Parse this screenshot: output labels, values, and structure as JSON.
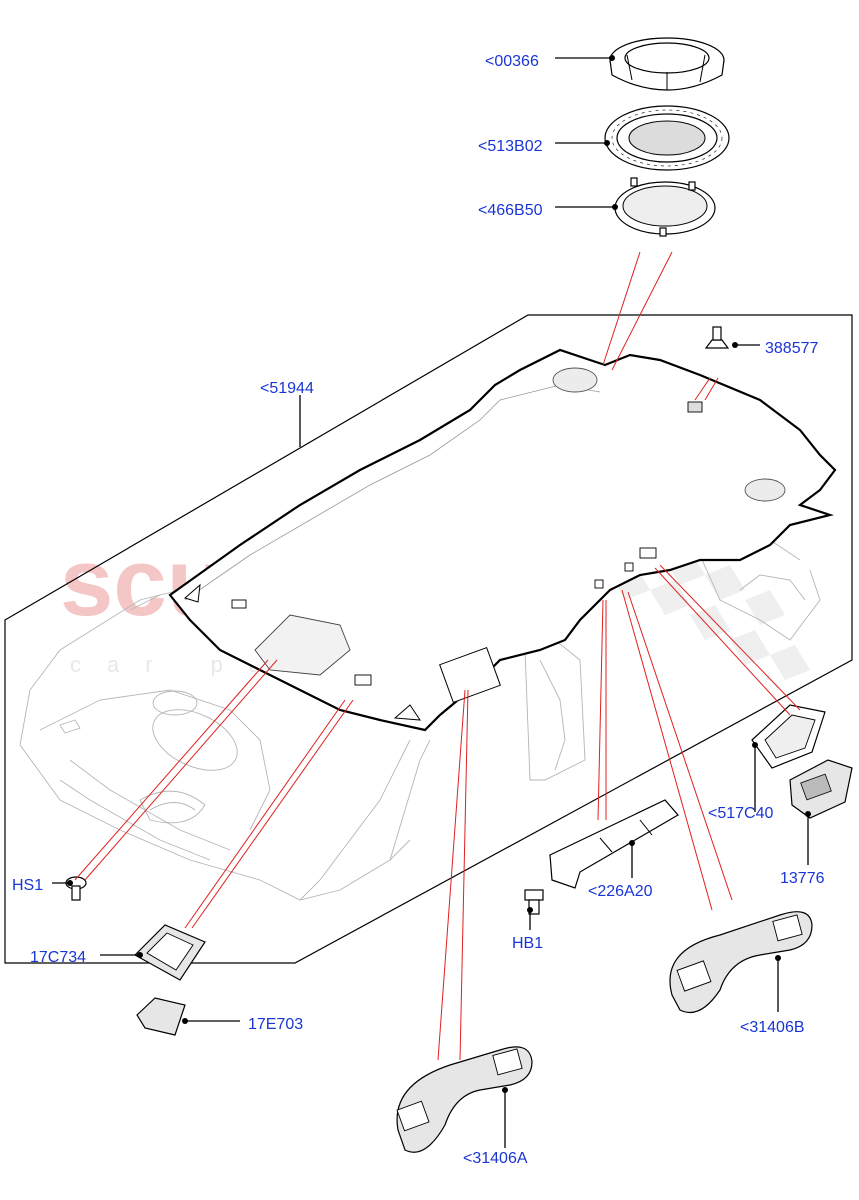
{
  "diagram": {
    "watermark": {
      "main": "scuderia",
      "sub": "car parts"
    },
    "callouts": [
      {
        "id": "c00366",
        "text": "<00366"
      },
      {
        "id": "c513b02",
        "text": "<513B02"
      },
      {
        "id": "c466b50",
        "text": "<466B50"
      },
      {
        "id": "c51944",
        "text": "<51944"
      },
      {
        "id": "c388577",
        "text": "388577"
      },
      {
        "id": "c517c40",
        "text": "<517C40"
      },
      {
        "id": "c13776",
        "text": "13776"
      },
      {
        "id": "c226a20",
        "text": "<226A20"
      },
      {
        "id": "chb1",
        "text": "HB1"
      },
      {
        "id": "chs1",
        "text": "HS1"
      },
      {
        "id": "c17c734",
        "text": "17C734"
      },
      {
        "id": "c17e703",
        "text": "17E703"
      },
      {
        "id": "c31406b",
        "text": "<31406B"
      },
      {
        "id": "c31406a",
        "text": "<31406A"
      }
    ],
    "colors": {
      "label": "#1a35d6",
      "leader": "#000000",
      "reference_line": "#e02020",
      "watermark": "#f4c6c6"
    }
  }
}
